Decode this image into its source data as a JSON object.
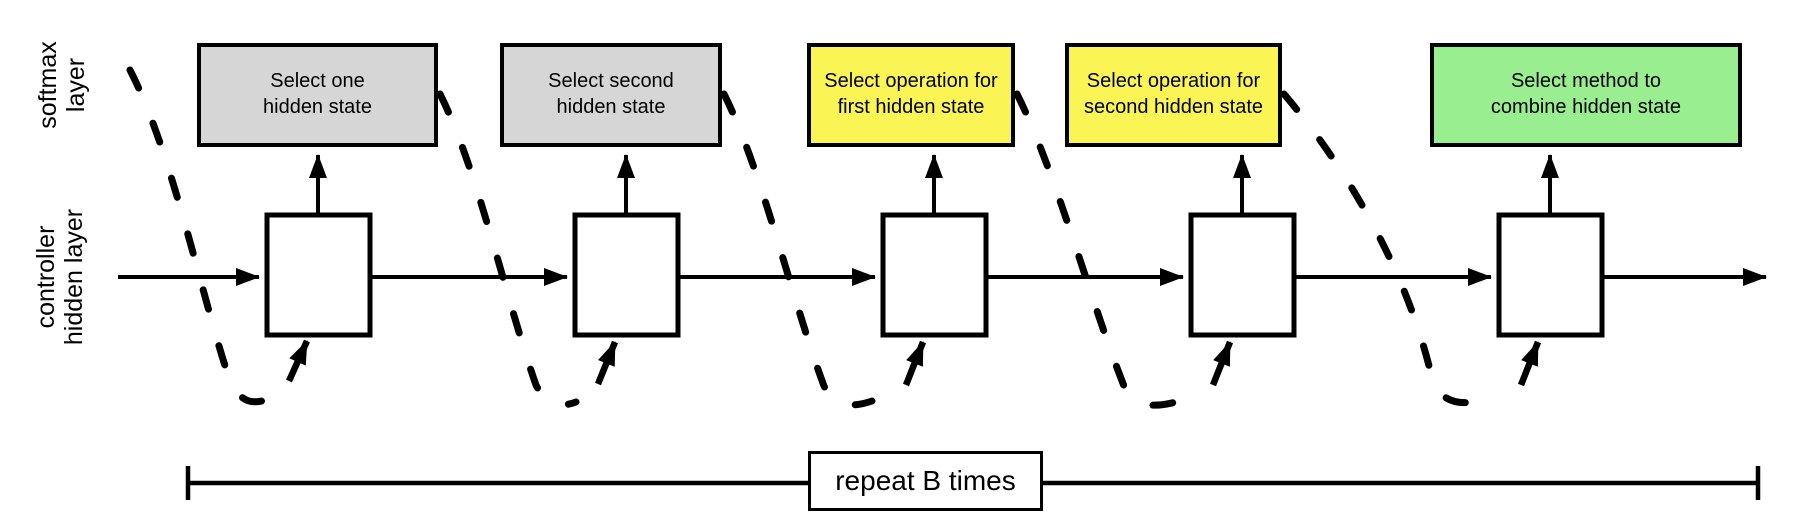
{
  "labels": {
    "softmax_layer": "softmax\nlayer",
    "controller_hidden_layer": "controller\nhidden layer",
    "repeat": "repeat B times"
  },
  "softmax_boxes": [
    {
      "label": "Select one\nhidden state",
      "fill": "#d6d6d6"
    },
    {
      "label": "Select second\nhidden state",
      "fill": "#d6d6d6"
    },
    {
      "label": "Select operation for\nfirst hidden state",
      "fill": "#faf455"
    },
    {
      "label": "Select operation for\nsecond hidden state",
      "fill": "#faf455"
    },
    {
      "label": "Select method to\ncombine hidden state",
      "fill": "#99ee90"
    }
  ],
  "colors": {
    "gray": "#d6d6d6",
    "yellow": "#faf455",
    "green": "#99ee90",
    "line": "#000000",
    "background": "#ffffff"
  }
}
